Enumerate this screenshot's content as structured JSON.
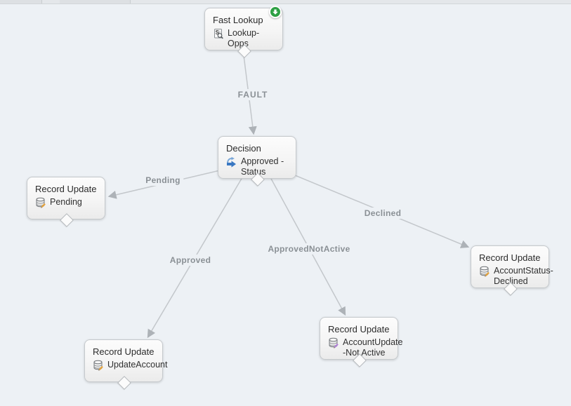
{
  "app": {
    "name": "flow-designer-canvas",
    "canvas_background": "#edf1f5"
  },
  "colors": {
    "connector_line": "#c3c7cb",
    "connector_label": "#8a9095",
    "node_border": "#c5c9cc",
    "start_badge_green": "#2ea044",
    "decision_icon_blue": "#3a78c2"
  },
  "nodes": [
    {
      "type": "Fast Lookup",
      "title": "Fast Lookup",
      "name": "Lookup-Opps",
      "icon": "fast-lookup-icon",
      "badge": "start-indicator"
    },
    {
      "type": "Decision",
      "title": "Decision",
      "name": "Approved - Status",
      "icon": "decision-icon"
    },
    {
      "type": "Record Update",
      "title": "Record Update",
      "name": "Pending",
      "icon": "record-update-icon"
    },
    {
      "type": "Record Update",
      "title": "Record Update",
      "name": "UpdateAccount",
      "icon": "record-update-icon"
    },
    {
      "type": "Record Update",
      "title": "Record Update",
      "name": "AccountUpdate -Not Active",
      "icon": "record-update-icon"
    },
    {
      "type": "Record Update",
      "title": "Record Update",
      "name": "AccountStatus- Declined",
      "icon": "record-update-icon"
    }
  ],
  "connectors": [
    {
      "label": "FAULT",
      "from": "Lookup-Opps",
      "to": "Approved - Status"
    },
    {
      "label": "Pending",
      "from": "Approved - Status",
      "to": "Pending"
    },
    {
      "label": "Approved",
      "from": "Approved - Status",
      "to": "UpdateAccount"
    },
    {
      "label": "ApprovedNotActive",
      "from": "Approved - Status",
      "to": "AccountUpdate -Not Active"
    },
    {
      "label": "Declined",
      "from": "Approved - Status",
      "to": "AccountStatus- Declined"
    }
  ]
}
